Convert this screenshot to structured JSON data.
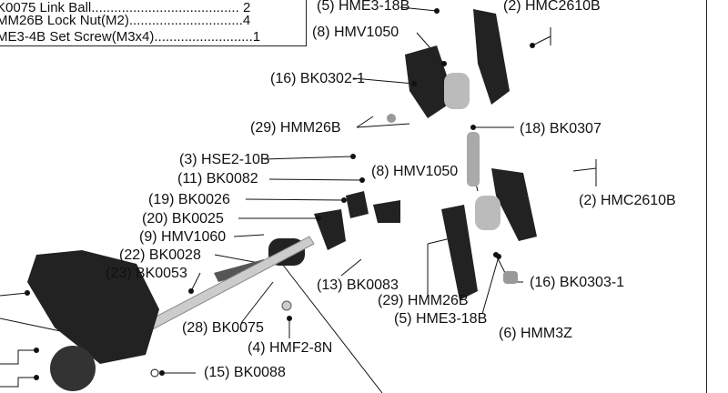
{
  "parts_list": [
    {
      "text": "K0075 Link Ball....................................... 2"
    },
    {
      "text": "MM26B Lock Nut(M2)..............................4"
    },
    {
      "text": "ME3-4B Set Screw(M3x4)..........................1"
    }
  ],
  "callouts": [
    {
      "text": "(5) HME3-18B"
    },
    {
      "text": "(2) HMC2610B"
    },
    {
      "text": "(8) HMV1050"
    },
    {
      "text": "(16) BK0302-1"
    },
    {
      "text": "(29) HMM26B"
    },
    {
      "text": "(18) BK0307"
    },
    {
      "text": "(3) HSE2-10B"
    },
    {
      "text": "(8) HMV1050"
    },
    {
      "text": "(11) BK0082"
    },
    {
      "text": "(19) BK0026"
    },
    {
      "text": "(2) HMC2610B"
    },
    {
      "text": "(20) BK0025"
    },
    {
      "text": "(9) HMV1060"
    },
    {
      "text": "(22) BK0028"
    },
    {
      "text": "(23) BK0053"
    },
    {
      "text": "(13) BK0083"
    },
    {
      "text": "(16) BK0303-1"
    },
    {
      "text": "(29) HMM26B"
    },
    {
      "text": "(5) HME3-18B"
    },
    {
      "text": "(28) BK0075"
    },
    {
      "text": "(6) HMM3Z"
    },
    {
      "text": "(4) HMF2-8N"
    },
    {
      "text": "(15) BK0088"
    }
  ]
}
